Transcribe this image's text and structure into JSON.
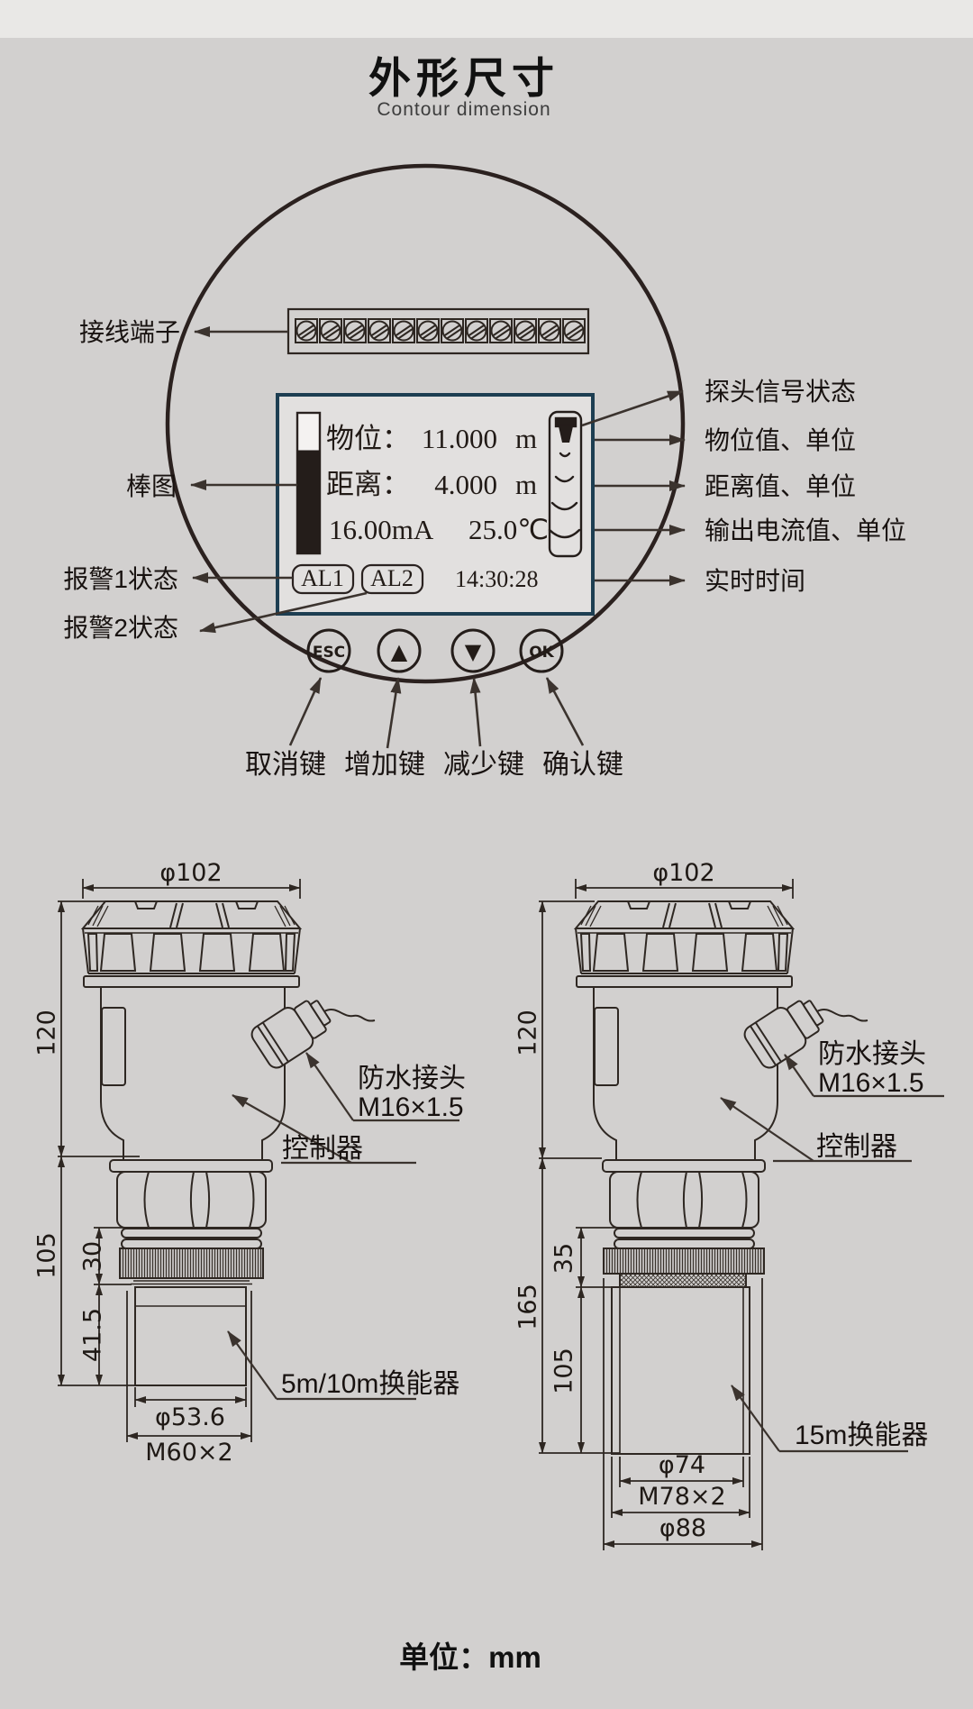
{
  "page": {
    "title": "外形尺寸",
    "subtitle": "Contour dimension",
    "unit_note": "单位：mm"
  },
  "colors": {
    "background": "#d2d0cf",
    "top_band": "#e9e8e6",
    "line_art": "#2e2722",
    "lcd_border": "#1d3e52",
    "callout_line": "#3b332e",
    "bar_fill": "#241d1a"
  },
  "panel": {
    "callout_terminal": "接线端子",
    "callout_bar": "棒图",
    "callout_alarm1": "报警1状态",
    "callout_alarm2": "报警2状态",
    "callouts_right": [
      {
        "label": "探头信号状态"
      },
      {
        "label": "物位值、单位"
      },
      {
        "label": "距离值、单位"
      },
      {
        "label": "输出电流值、单位"
      },
      {
        "label": "实时时间"
      }
    ],
    "lcd": {
      "level_label": "物位：",
      "level_value": "11.000",
      "level_unit": "m",
      "distance_label": "距离：",
      "distance_value": "4.000",
      "distance_unit": "m",
      "current": "16.00mA",
      "temperature": "25.0℃",
      "alarm1": "AL1",
      "alarm2": "AL2",
      "time": "14:30:28"
    },
    "keys": [
      {
        "glyph": "ESC",
        "label": "取消键"
      },
      {
        "glyph": "▲",
        "label": "增加键"
      },
      {
        "glyph": "▼",
        "label": "减少键"
      },
      {
        "glyph": "OK",
        "label": "确认键"
      }
    ]
  },
  "left_drawing": {
    "dia_top": "φ102",
    "height_upper": "120",
    "height_lower": "105",
    "height_ring": "30",
    "height_horn": "41.5",
    "dia_horn": "φ53.6",
    "thread": "M60×2",
    "gland_label": "防水接头",
    "gland_spec": "M16×1.5",
    "controller": "控制器",
    "transducer": "5m/10m换能器"
  },
  "right_drawing": {
    "dia_top": "φ102",
    "height_upper": "120",
    "height_lower": "165",
    "height_ring": "35",
    "height_horn": "105",
    "dia_horn": "φ74",
    "thread": "M78×2",
    "dia_outer": "φ88",
    "gland_label": "防水接头",
    "gland_spec": "M16×1.5",
    "controller": "控制器",
    "transducer": "15m换能器"
  }
}
